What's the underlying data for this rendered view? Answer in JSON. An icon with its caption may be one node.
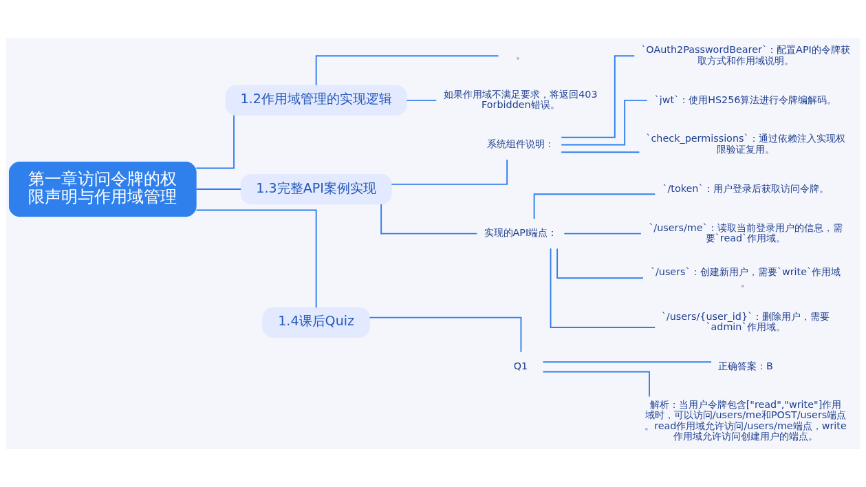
{
  "diagram": {
    "nodes": [
      {
        "text": [
          "第一章访问令牌的权限声明与作用域管理"
        ]
      },
      {
        "text": [
          "1.2作用域管理的实现逻辑"
        ]
      },
      {
        "text": [
          "。"
        ]
      },
      {
        "text": [
          "如果作用域不满足要求，将返回403 Forbidden错误。"
        ]
      },
      {
        "text": [
          "1.3完整API案例实现"
        ]
      },
      {
        "text": [
          "系统组件说明："
        ]
      },
      {
        "text": [
          "`OAuth2PasswordBearer`：配置API的令牌获取方式和作用域说明。"
        ]
      },
      {
        "text": [
          "`jwt`：使用HS256算法进行令牌编解码。"
        ]
      },
      {
        "text": [
          "`check_permissions`：通过依赖注入实现权限验证复用。"
        ]
      },
      {
        "text": [
          "实现的API端点："
        ]
      },
      {
        "text": [
          "`/token`：用户登录后获取访问令牌。"
        ]
      },
      {
        "text": [
          "`/users/me`：读取当前登录用户的信息，需要`read`作用域。"
        ]
      },
      {
        "text": [
          "`/users`：创建新用户，需要`write`作用域。"
        ]
      },
      {
        "text": [
          "`/users/{user_id}`：删除用户，需要`admin`作用域。"
        ]
      },
      {
        "text": [
          "1.4课后Quiz"
        ]
      },
      {
        "text": [
          "Q1"
        ]
      },
      {
        "text": [
          "正确答案：B"
        ]
      },
      {
        "text": [
          "解析：当用户令牌包含[\"read\",\"write\"]作用域时，可以访问/users/me和POST/users端点。read作用域允许访问/users/me端点，write作用域允许访问创建用户的端点。"
        ]
      }
    ],
    "edges": [
      {
        "from": 0,
        "to": 1,
        "arrow": "none"
      },
      {
        "from": 1,
        "to": 2,
        "arrow": "none"
      },
      {
        "from": 1,
        "to": 3,
        "arrow": "none"
      },
      {
        "from": 0,
        "to": 4,
        "arrow": "none"
      },
      {
        "from": 4,
        "to": 5,
        "arrow": "none"
      },
      {
        "from": 5,
        "to": 6,
        "arrow": "none"
      },
      {
        "from": 5,
        "to": 7,
        "arrow": "none"
      },
      {
        "from": 5,
        "to": 8,
        "arrow": "none"
      },
      {
        "from": 4,
        "to": 9,
        "arrow": "none"
      },
      {
        "from": 9,
        "to": 10,
        "arrow": "none"
      },
      {
        "from": 9,
        "to": 11,
        "arrow": "none"
      },
      {
        "from": 9,
        "to": 12,
        "arrow": "none"
      },
      {
        "from": 9,
        "to": 13,
        "arrow": "none"
      },
      {
        "from": 0,
        "to": 14,
        "arrow": "none"
      },
      {
        "from": 14,
        "to": 15,
        "arrow": "none"
      },
      {
        "from": 15,
        "to": 16,
        "arrow": "none"
      },
      {
        "from": 15,
        "to": 17,
        "arrow": "none"
      }
    ]
  }
}
